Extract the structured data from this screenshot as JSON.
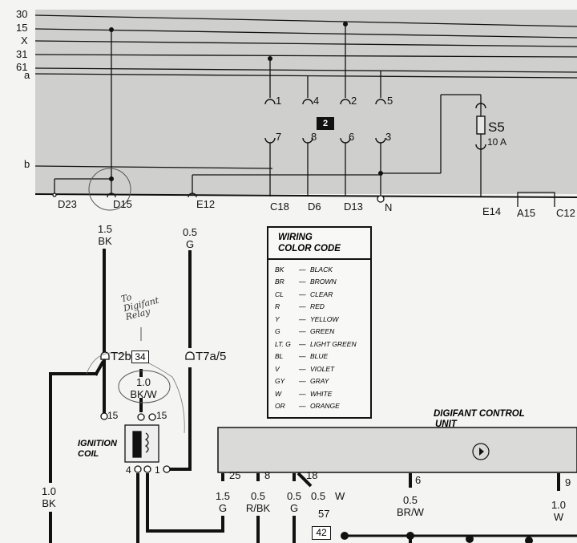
{
  "bus_labels": [
    "30",
    "15",
    "X",
    "31",
    "61",
    "a",
    "b"
  ],
  "connectors": {
    "D23": "D23",
    "D15": "D15",
    "E12": "E12",
    "C18": "C18",
    "D6": "D6",
    "D13": "D13",
    "N": "N",
    "E14": "E14",
    "A15": "A15",
    "C12": "C12"
  },
  "relay_panel": {
    "terminals": [
      "1",
      "4",
      "2",
      "5",
      "7",
      "8",
      "6",
      "3"
    ],
    "relay_number": "2",
    "fuse_label": "S5",
    "fuse_rating": "10 A"
  },
  "wires": {
    "d15": {
      "gauge": "1.5",
      "color": "BK"
    },
    "e12": {
      "gauge": "0.5",
      "color": "G"
    },
    "coil_feed": {
      "gauge": "1.0",
      "color": "BK/W"
    },
    "left_bk": {
      "gauge": "1.0",
      "color": "BK"
    },
    "w25": {
      "gauge": "1.5",
      "color": "G"
    },
    "w8": {
      "gauge": "0.5",
      "color": "R/BK"
    },
    "w18": {
      "gauge": "0.5",
      "color": "G"
    },
    "w18b": {
      "gauge": "0.5",
      "color": "W"
    },
    "w6": {
      "gauge": "0.5",
      "color": "BR/W"
    },
    "w9": {
      "gauge": "1.0",
      "color": "W"
    }
  },
  "plugs": {
    "t2b": "T2b",
    "t2b_box": "34",
    "t7a": "T7a/5"
  },
  "handwritten_note": [
    "To",
    "Digifant",
    "Relay"
  ],
  "legend": {
    "title_line1": "WIRING",
    "title_line2": "COLOR CODE",
    "entries": [
      {
        "code": "BK",
        "name": "BLACK"
      },
      {
        "code": "BR",
        "name": "BROWN"
      },
      {
        "code": "CL",
        "name": "CLEAR"
      },
      {
        "code": "R",
        "name": "RED"
      },
      {
        "code": "Y",
        "name": "YELLOW"
      },
      {
        "code": "G",
        "name": "GREEN"
      },
      {
        "code": "LT. G",
        "name": "LIGHT GREEN"
      },
      {
        "code": "BL",
        "name": "BLUE"
      },
      {
        "code": "V",
        "name": "VIOLET"
      },
      {
        "code": "GY",
        "name": "GRAY"
      },
      {
        "code": "W",
        "name": "WHITE"
      },
      {
        "code": "OR",
        "name": "ORANGE"
      }
    ]
  },
  "ignition_coil": {
    "label_line1": "IGNITION",
    "label_line2": "COIL",
    "pins": [
      "15",
      "15",
      "4",
      "1"
    ]
  },
  "control_unit": {
    "label_line1": "DIGIFANT CONTROL",
    "label_line2": "UNIT",
    "pins": [
      "25",
      "8",
      "18",
      "6",
      "9"
    ]
  },
  "box_42": "42",
  "number_57": "57",
  "colors": {
    "panel_gray": "#cfcfcd",
    "wire": "#111111",
    "paper": "#f4f4f2"
  }
}
